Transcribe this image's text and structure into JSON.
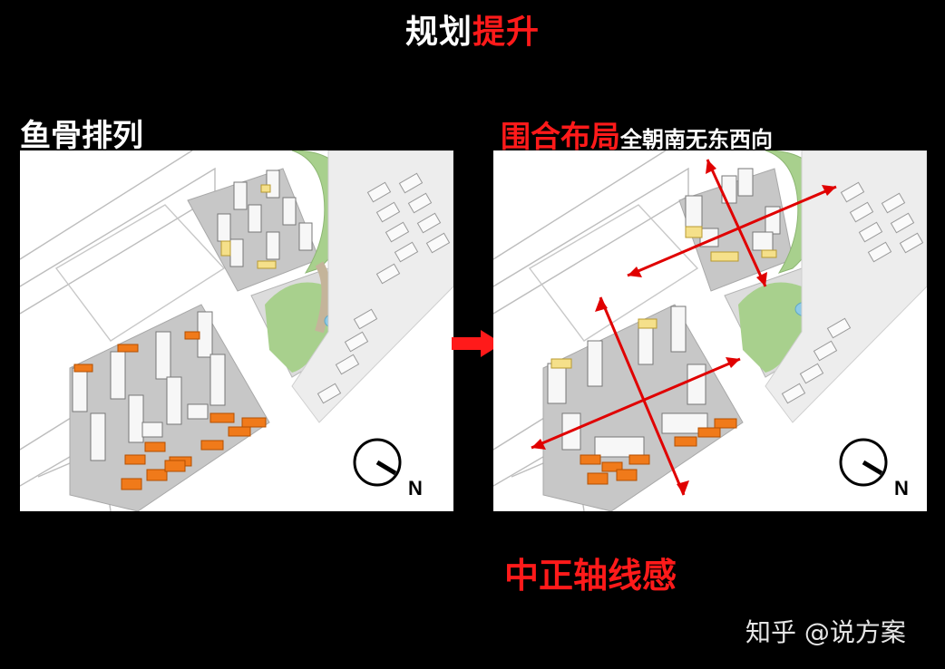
{
  "title": {
    "part1": "规划",
    "part2": "提升",
    "accent_color": "#ff1a1a"
  },
  "left_panel": {
    "label": "鱼骨排列",
    "compass_letter": "N"
  },
  "right_panel": {
    "label_red": "围合布局",
    "label_white": "全朝南无东西向",
    "compass_letter": "N"
  },
  "bottom_caption": "中正轴线感",
  "watermark": "知乎 @说方案",
  "colors": {
    "background": "#000000",
    "accent": "#ff1a1a",
    "building_orange": "#f07a1a",
    "building_yellow": "#f5e08a",
    "green_space": "#a8d08d",
    "water": "#8ecae6"
  },
  "icons": [
    "compass-icon",
    "right-arrow-icon",
    "axis-arrows-icon"
  ]
}
